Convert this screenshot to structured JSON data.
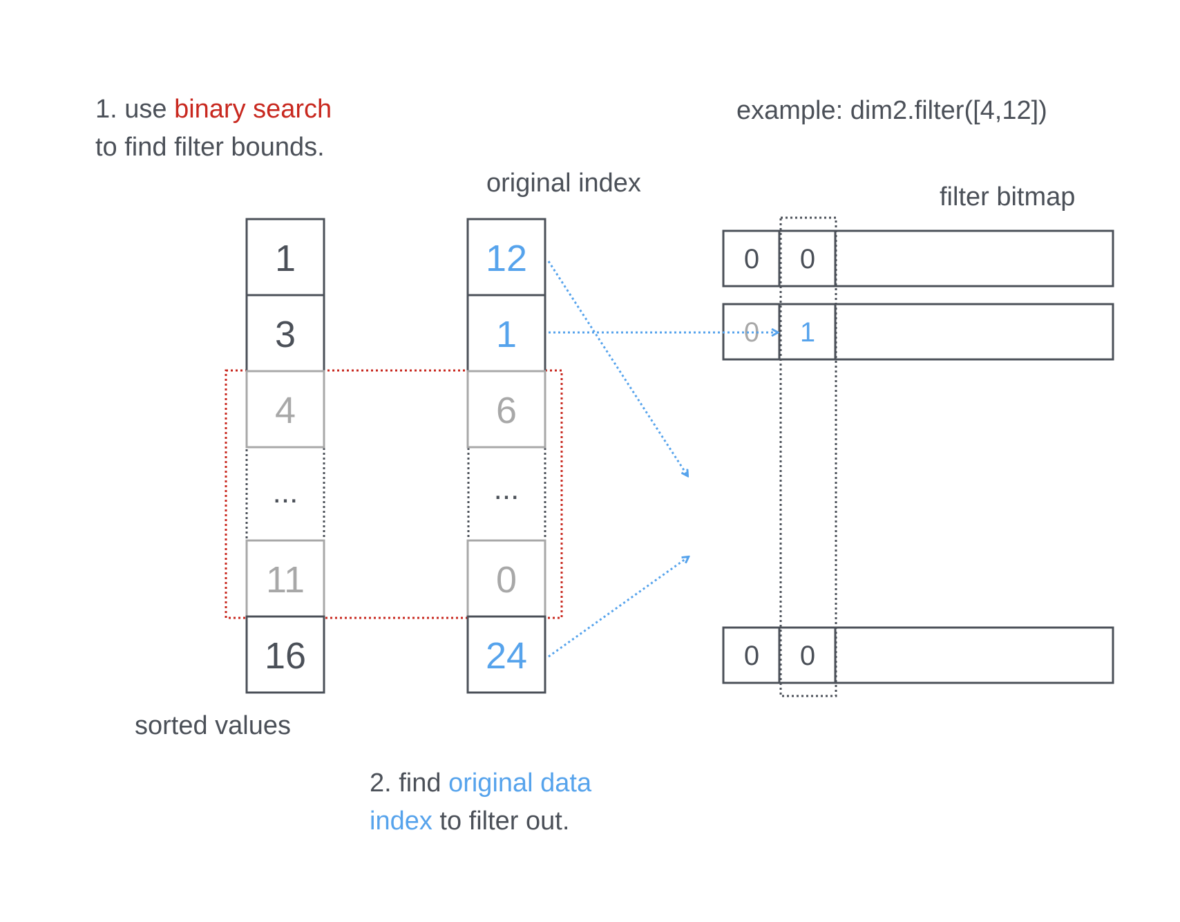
{
  "colors": {
    "dark": "#4b5058",
    "gray": "#a8a8a8",
    "blue": "#56a3ec",
    "red": "#c8281f",
    "white": "#ffffff"
  },
  "step1": {
    "prefix": "1. use ",
    "highlight": "binary search",
    "line2": "to find filter bounds."
  },
  "example_label": "example: dim2.filter([4,12])",
  "original_index_label": "original index",
  "filter_bitmap_label": "filter bitmap",
  "sorted_values_label": "sorted values",
  "step2": {
    "prefix": "2. find ",
    "highlight1": "original data",
    "highlight2": "index",
    "suffix": " to filter out."
  },
  "sorted_values": [
    "1",
    "3",
    "4",
    "...",
    "11",
    "16"
  ],
  "original_index": [
    "12",
    "1",
    "6",
    "...",
    "0",
    "24"
  ],
  "bitmap_rows": [
    {
      "c1": "0",
      "c2": "0"
    },
    {
      "c1": "0",
      "c2": "1"
    },
    {
      "c1": "0",
      "c2": "0"
    }
  ]
}
